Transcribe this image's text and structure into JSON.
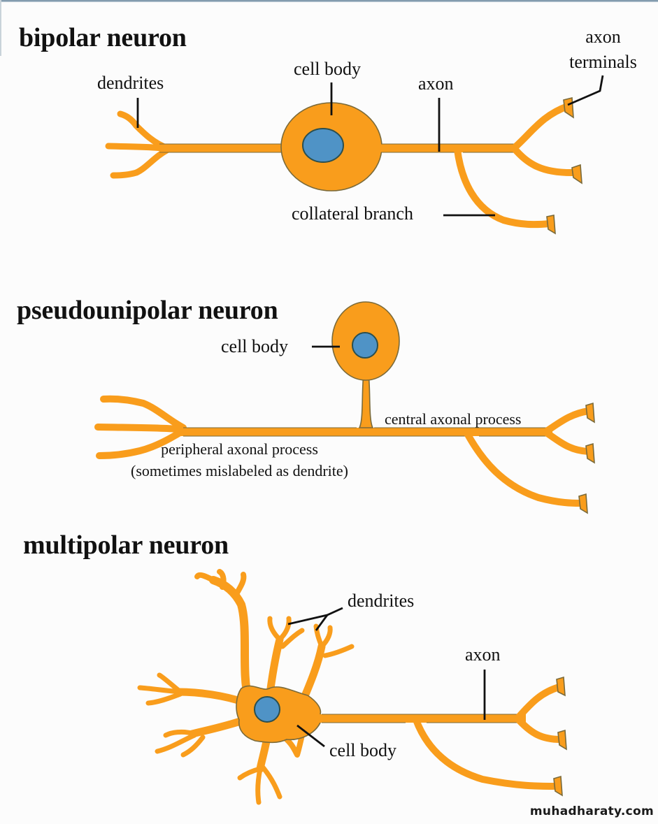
{
  "colors": {
    "cell": "#f99d1c",
    "nucleus": "#4f93c6",
    "outline": "#7a6a3a",
    "text": "#111111",
    "background": "#fcfcfc"
  },
  "sections": [
    {
      "title": "bipolar neuron",
      "labels": {
        "dendrites": "dendrites",
        "cell_body": "cell body",
        "axon": "axon",
        "axon_terminals_line1": "axon",
        "axon_terminals_line2": "terminals",
        "collateral_branch": "collateral branch"
      }
    },
    {
      "title": "pseudounipolar neuron",
      "labels": {
        "cell_body": "cell body",
        "central_process": "central axonal process",
        "peripheral_process_line1": "peripheral axonal process",
        "peripheral_process_line2": "(sometimes mislabeled as dendrite)"
      }
    },
    {
      "title": "multipolar neuron",
      "labels": {
        "dendrites": "dendrites",
        "axon": "axon",
        "cell_body": "cell body"
      }
    }
  ],
  "watermark": "muhadharaty.com"
}
